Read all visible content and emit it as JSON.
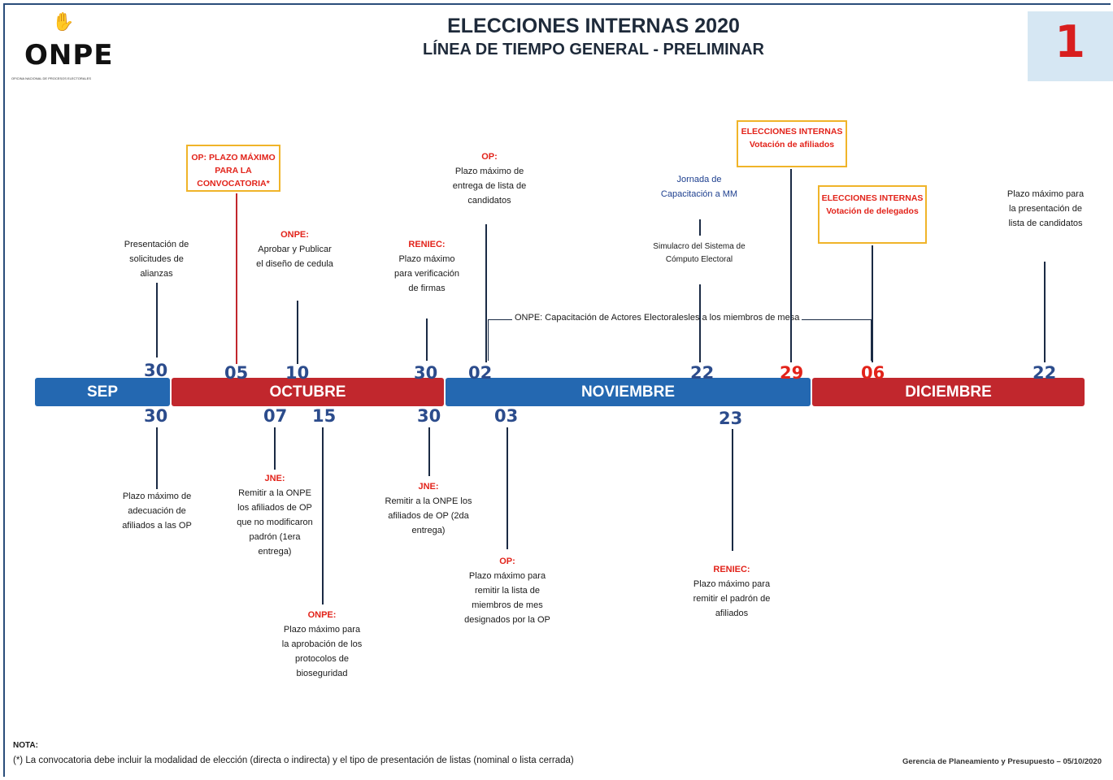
{
  "header": {
    "logo_text": "ONPE",
    "logo_sub": "OFICINA NACIONAL DE PROCESOS ELECTORALES",
    "title": "ELECCIONES INTERNAS 2020",
    "subtitle": "LÍNEA DE TIEMPO GENERAL - PRELIMINAR",
    "page_number": "1"
  },
  "months": {
    "sep": "SEP",
    "oct": "OCTUBRE",
    "nov": "NOVIEMBRE",
    "dic": "DICIEMBRE"
  },
  "colors": {
    "blue": "#2468b1",
    "red": "#c1272d",
    "accent": "#e2231a",
    "box_border": "#f0b429"
  },
  "top_events": {
    "sep30": {
      "day": "30",
      "text": "Presentación de solicitudes de alianzas"
    },
    "oct05": {
      "day": "05",
      "text": "OP: PLAZO MÁXIMO PARA LA CONVOCATORIA*"
    },
    "oct10": {
      "day": "10",
      "header": "ONPE:",
      "text": "Aprobar y Publicar el diseño de cedula"
    },
    "oct30": {
      "day": "30",
      "header": "RENIEC:",
      "text": "Plazo máximo para verificación de firmas"
    },
    "nov02": {
      "day": "02",
      "header": "OP:",
      "text": "Plazo máximo de entrega de lista de candidatos"
    },
    "nov22": {
      "day": "22",
      "text1": "Jornada de Capacitación a MM",
      "text2": "Simulacro del Sistema de Cómputo Electoral"
    },
    "nov29": {
      "day": "29",
      "text": "ELECCIONES INTERNAS Votación de afiliados"
    },
    "dic06": {
      "day": "06",
      "text": "ELECCIONES INTERNAS Votación de delegados"
    },
    "dic22": {
      "day": "22",
      "text": "Plazo máximo para la presentación de lista de candidatos"
    },
    "bracket": "ONPE: Capacitación de Actores Electoralesles a los miembros de mesa"
  },
  "bottom_events": {
    "sep30": {
      "day": "30",
      "text": "Plazo máximo de adecuación de afiliados a las OP"
    },
    "oct07": {
      "day": "07",
      "header": "JNE:",
      "text": "Remitir a la ONPE los afiliados de OP que no modificaron padrón (1era entrega)"
    },
    "oct15": {
      "day": "15",
      "header": "ONPE:",
      "text": "Plazo máximo para la aprobación de los protocolos de bioseguridad"
    },
    "oct30": {
      "day": "30",
      "header": "JNE:",
      "text": "Remitir a la ONPE los afiliados de OP (2da entrega)"
    },
    "nov03": {
      "day": "03",
      "header": "OP:",
      "text": "Plazo máximo para remitir la lista de miembros de mes designados por la OP"
    },
    "nov23": {
      "day": "23",
      "header": "RENIEC:",
      "text": "Plazo máximo para remitir el padrón de afiliados"
    }
  },
  "footer": {
    "note_title": "NOTA:",
    "note_text": "(*) La convocatoria debe incluir la modalidad de elección (directa o indirecta) y el tipo de presentación de listas (nominal o lista cerrada)",
    "credit": "Gerencia de Planeamiento y Presupuesto – 05/10/2020"
  }
}
